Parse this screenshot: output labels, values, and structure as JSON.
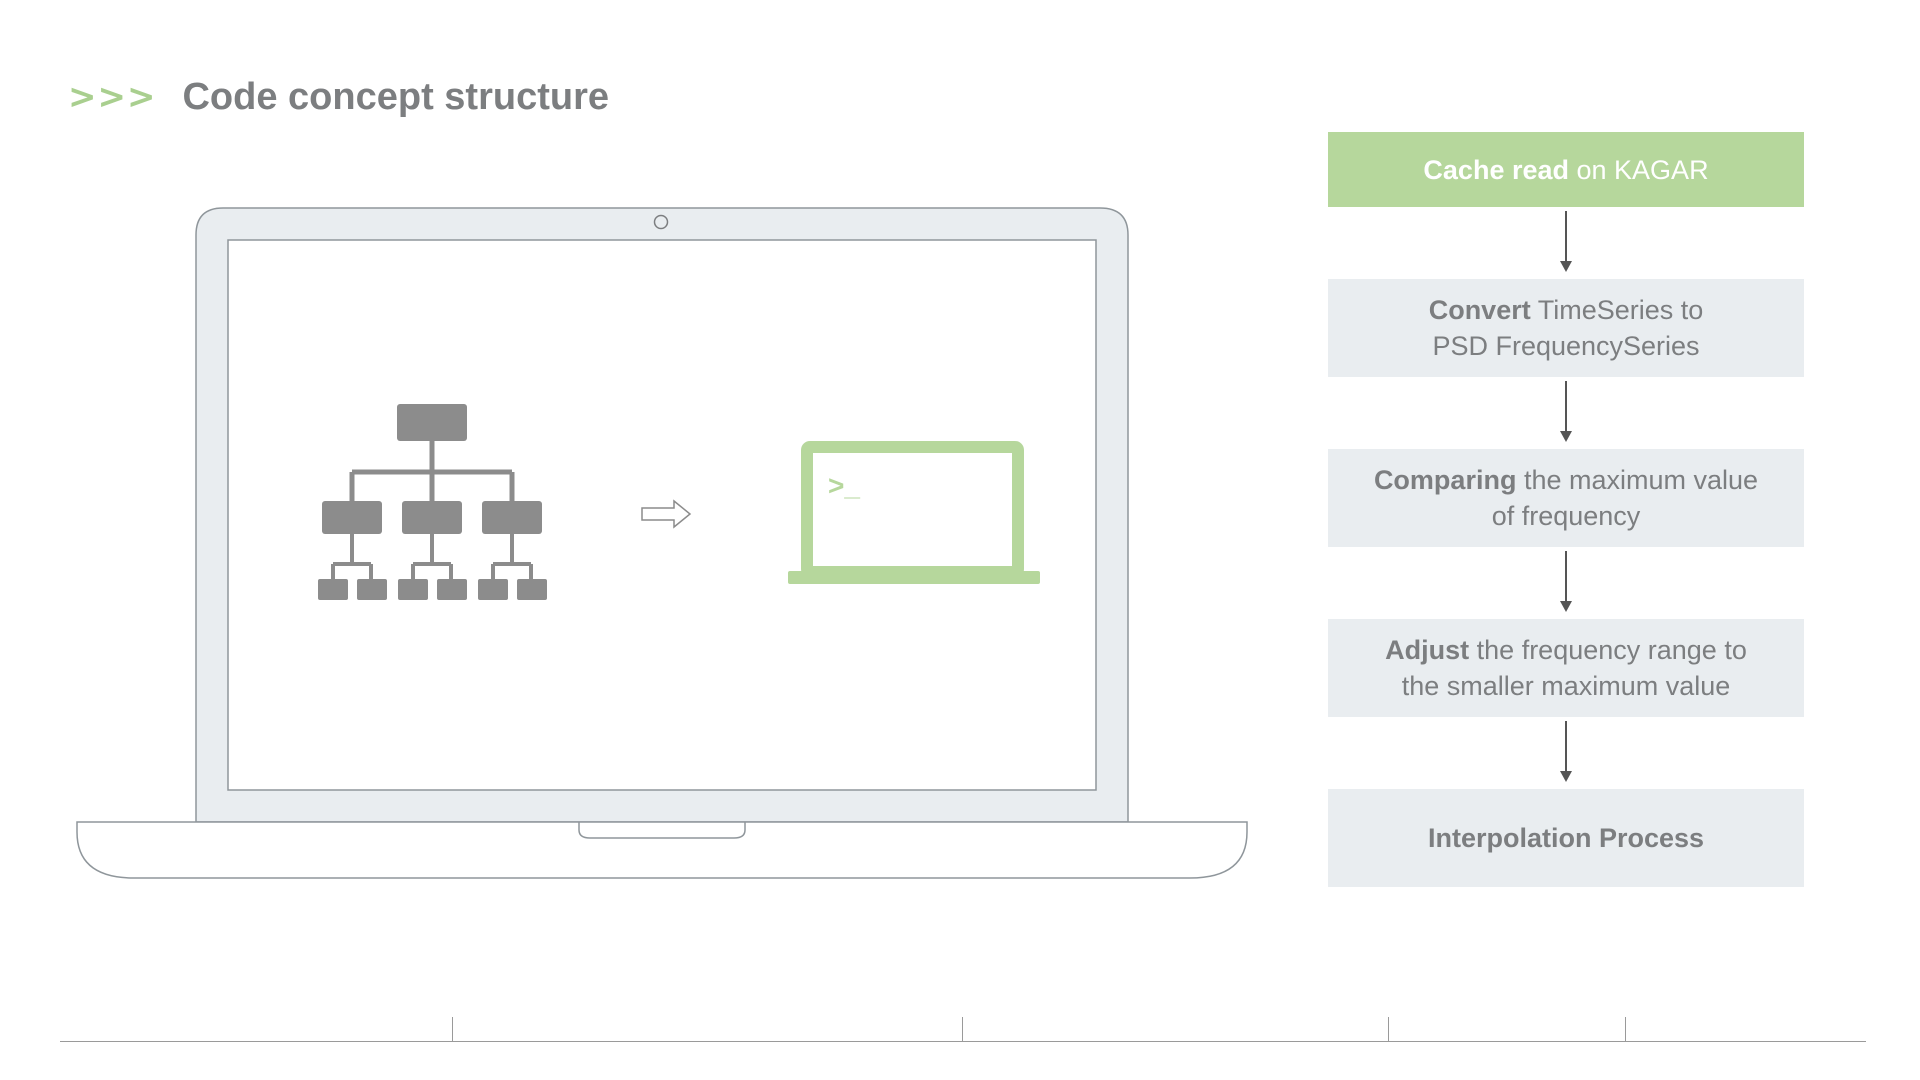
{
  "header": {
    "chevrons": ">>>",
    "title": "Code concept structure"
  },
  "laptop": {
    "terminal_prompt": ">_",
    "icons": [
      "hierarchy-icon",
      "right-arrow-icon",
      "terminal-laptop-icon"
    ]
  },
  "flow": {
    "steps": [
      {
        "bold": "Cache read",
        "rest": " on KAGAR"
      },
      {
        "bold": "Convert",
        "rest": " TimeSeries to",
        "line2": "PSD FrequencySeries"
      },
      {
        "bold": "Comparing",
        "rest": " the maximum value",
        "line2": "of frequency"
      },
      {
        "bold": "Adjust",
        "rest": " the frequency range to",
        "line2": "the smaller maximum value"
      },
      {
        "bold": "Interpolation Process",
        "rest": ""
      }
    ]
  },
  "colors": {
    "accent_green": "#b6d79c",
    "step_bg": "#e9edf0",
    "text_gray": "#7c7e80",
    "icon_gray": "#8c8c8c"
  }
}
